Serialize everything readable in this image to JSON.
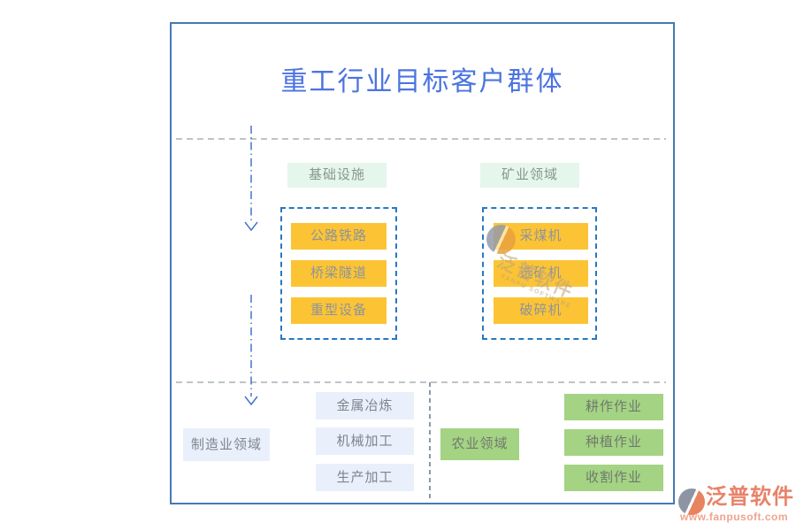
{
  "page": {
    "title": "重工行业目标客户群体"
  },
  "groups": {
    "infrastructure": {
      "label": "基础设施",
      "items": [
        "公路铁路",
        "桥梁隧道",
        "重型设备"
      ]
    },
    "mining": {
      "label": "矿业领域",
      "items": [
        "采煤机",
        "选矿机",
        "破碎机"
      ]
    },
    "manufacturing": {
      "label": "制造业领域",
      "items": [
        "金属冶炼",
        "机械加工",
        "生产加工"
      ]
    },
    "agriculture": {
      "label": "农业领域",
      "items": [
        "耕作作业",
        "种植作业",
        "收割作业"
      ]
    }
  },
  "watermark": {
    "text": "泛普软件",
    "subtext": "FANPU SOFTWARE"
  },
  "footer": {
    "brand": "泛普软件",
    "url": "www.fanpusoft.com"
  },
  "colors": {
    "title_blue": "#4b74e0",
    "frame_border": "#4779b5",
    "dashed_box_border": "#2778c2",
    "node_yellow": "#fcc435",
    "node_mint": "#e5f6ec",
    "node_light_blue": "#e9f0fb",
    "node_green": "#a4d383",
    "flow_line_blue": "#4673c8",
    "divider_gray": "#7e8893",
    "separator_navy": "#3d5370",
    "brand_salmon": "#e8836a"
  }
}
